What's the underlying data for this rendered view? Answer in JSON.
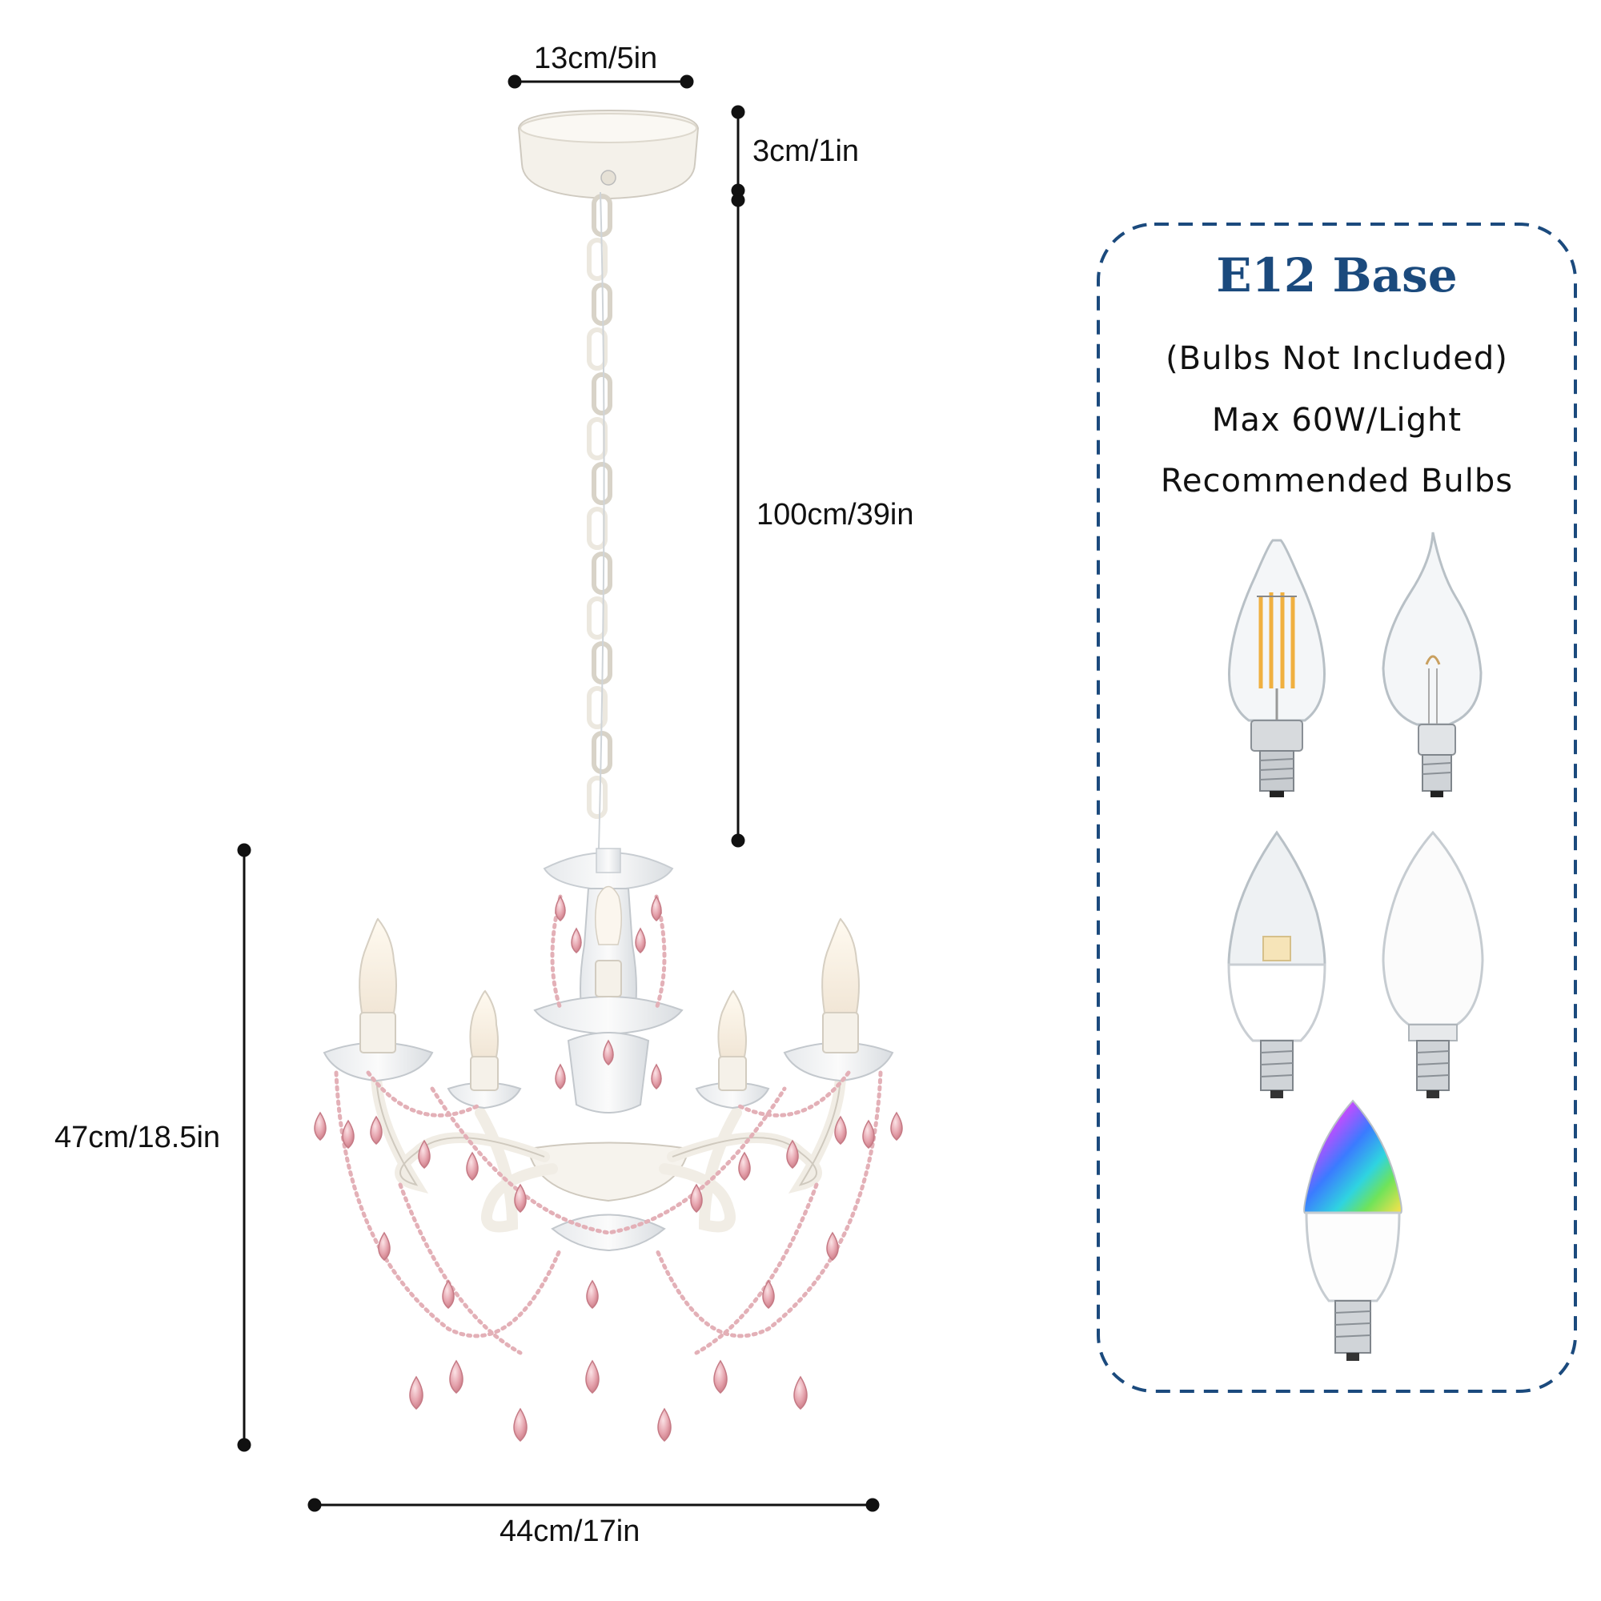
{
  "dimensions": {
    "canopy_width": "13cm/5in",
    "canopy_height": "3cm/1in",
    "chain_length": "100cm/39in",
    "body_height": "47cm/18.5in",
    "body_width": "44cm/17in"
  },
  "bulb_info": {
    "title": "E12 Base",
    "line1": "(Bulbs Not Included)",
    "line2": "Max 60W/Light",
    "line3": "Recommended Bulbs"
  },
  "bulbs": [
    {
      "name": "filament-candle-bulb-icon"
    },
    {
      "name": "flame-tip-bulb-icon"
    },
    {
      "name": "clear-led-candle-bulb-icon"
    },
    {
      "name": "frosted-led-candle-bulb-icon"
    },
    {
      "name": "rgb-smart-candle-bulb-icon"
    }
  ],
  "colors": {
    "accent": "#1b4a7d",
    "crystal_pink": "#e5a3ad",
    "frame_white": "#f4f1ea"
  }
}
